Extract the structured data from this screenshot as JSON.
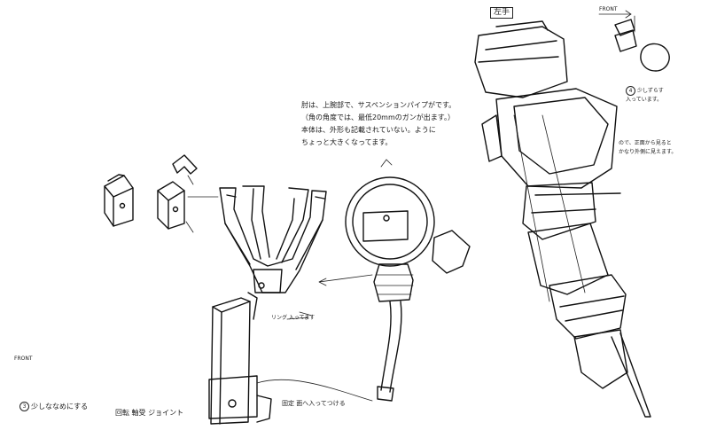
{
  "notes": {
    "main": "肘は、上腕部で、サスペンションパイプがです。\n（角の角度では、最低20mmのガンが出ます。）\n本体は、外形も記載されていない。ように\nちょっと大きくなってます。",
    "tag": "左手",
    "front_top": "FRONT",
    "right1": "少しずらす\n入っています。",
    "right2": "ので、正面から見ると\nかなり外側に見えます。",
    "front_left": "FRONT",
    "bottom1": "少しななめにする",
    "bottom2": "回転 軸受 ジョイント",
    "bottom3": "固定 面へ入ってつける",
    "mid": "リング 入ってます"
  },
  "markers": {
    "bottom1": "3",
    "right1": "4"
  }
}
